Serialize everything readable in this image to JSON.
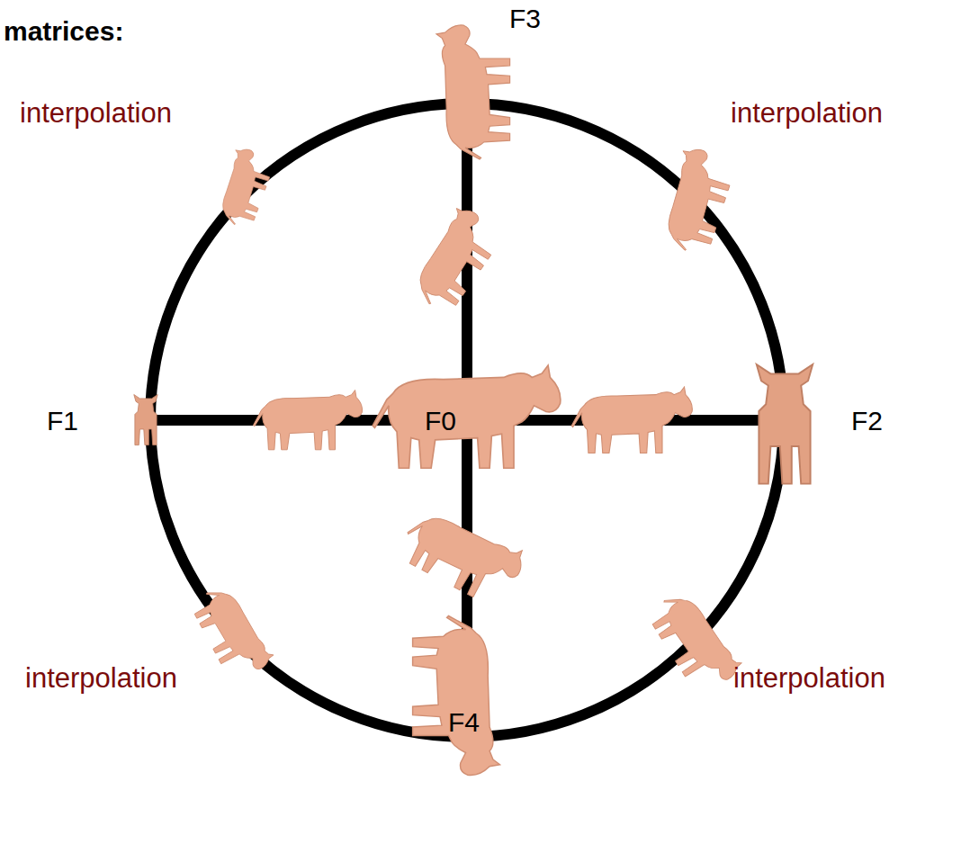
{
  "diagram": {
    "labels": [
      "matrices:",
      "F3",
      "interpolation",
      "interpolation",
      "F1",
      "F0",
      "F2",
      "interpolation",
      "interpolation",
      "F4"
    ]
  }
}
